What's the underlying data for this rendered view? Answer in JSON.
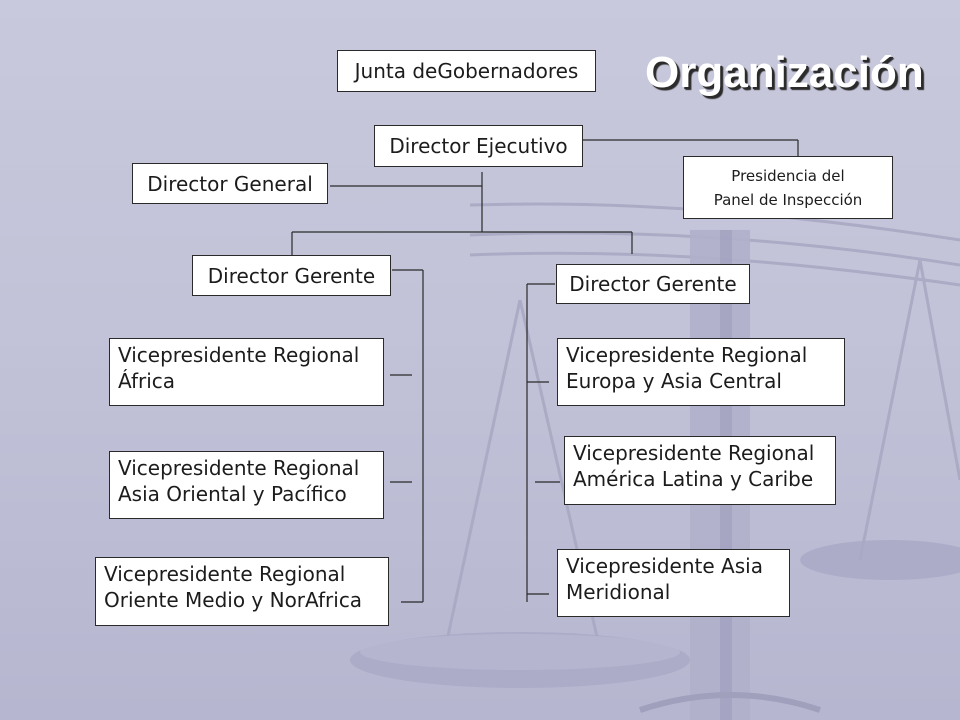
{
  "title": "Organización",
  "boxes": {
    "junta": "Junta deGobernadores",
    "director_ejecutivo": "Director Ejecutivo",
    "director_general": "Director General",
    "presidencia": [
      "Presidencia del",
      "Panel de Inspección"
    ],
    "director_gerente_left": "Director Gerente",
    "director_gerente_right": "Director Gerente",
    "vp_africa": [
      "Vicepresidente Regional",
      "África"
    ],
    "vp_asia_oriental": [
      "Vicepresidente Regional",
      "Asia Oriental y Pacífico"
    ],
    "vp_oriente_medio": [
      "Vicepresidente Regional",
      "Oriente Medio y NorAfrica"
    ],
    "vp_europa": [
      "Vicepresidente  Regional",
      "Europa y Asia Central"
    ],
    "vp_america_latina": [
      "Vicepresidente Regional",
      "América Latina y Caribe"
    ],
    "vp_asia_meridional": [
      "Vicepresidente Asia",
      "Meridional"
    ]
  },
  "colors": {
    "background": "#c4c4da",
    "box_fill": "#ffffff",
    "box_border": "#2a2a2a",
    "connector": "#2a2a2a",
    "title_text": "#ffffff"
  }
}
